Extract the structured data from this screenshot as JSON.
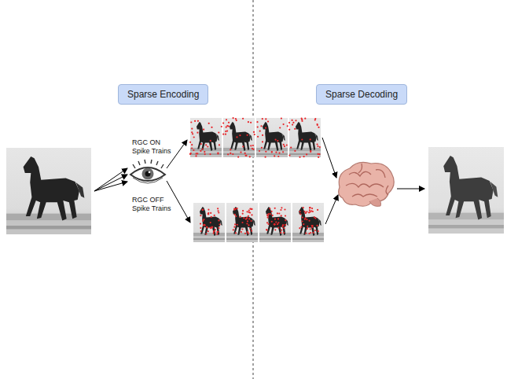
{
  "diagram": {
    "nodes": [
      {
        "text": [
          "Sparse Encoding"
        ]
      },
      {
        "text": [
          "Sparse Decoding"
        ]
      }
    ],
    "labels": [
      "RGC ON Spike Trains",
      "RGC OFF Spike Trains"
    ]
  }
}
